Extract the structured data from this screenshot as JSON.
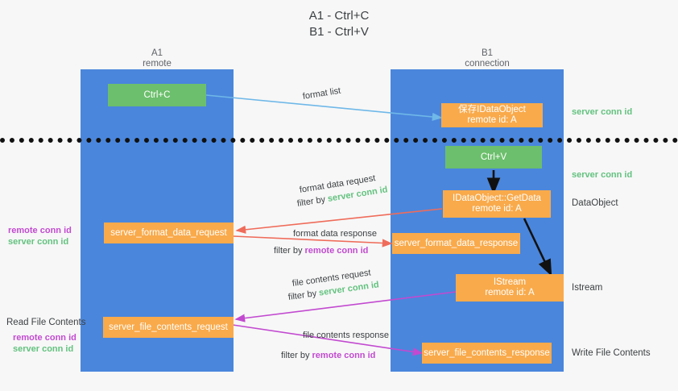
{
  "title": {
    "line1": "A1 - Ctrl+C",
    "line2": "B1 - Ctrl+V"
  },
  "columns": [
    {
      "name": "A1",
      "sub": "remote"
    },
    {
      "name": "B1",
      "sub": "connection"
    }
  ],
  "colors": {
    "lane": "#4a86dc",
    "orange": "#f9aa4b",
    "green_node": "#6cbf6c",
    "green_text": "#63c27f",
    "magenta_text": "#c24ad0",
    "arrow_blue": "#6fb8e8",
    "arrow_red": "#ef6c5a",
    "arrow_magenta": "#c24ad0",
    "arrow_black": "#111111",
    "background": "#f7f7f7"
  },
  "nodes": {
    "ctrl_c": "Ctrl+C",
    "save_idataobject": {
      "line1": "保存IDataObject",
      "line2": "remote id: A"
    },
    "ctrl_v": "Ctrl+V",
    "getdata": {
      "line1": "IDataObject::GetData",
      "line2": "remote id: A"
    },
    "istream": {
      "line1": "IStream",
      "line2": "remote id: A"
    },
    "server_format_data_request": "server_format_data_request",
    "server_format_data_response": "server_format_data_response",
    "server_file_contents_request": "server_file_contents_request",
    "server_file_contents_response": "server_file_contents_response"
  },
  "edge_labels": {
    "format_list": "format list",
    "format_data_request": "format data request",
    "format_data_request_filter_prefix": "filter by ",
    "format_data_request_filter_key": "server conn id",
    "format_data_response": "format data response",
    "format_data_response_filter_prefix": "filter by ",
    "format_data_response_filter_key": "remote conn id",
    "file_contents_request": "file contents request",
    "file_contents_request_filter_prefix": "filter by ",
    "file_contents_request_filter_key": "server conn id",
    "file_contents_response": "file contents response",
    "file_contents_response_filter_prefix": "filter by ",
    "file_contents_response_filter_key": "remote conn id"
  },
  "right_labels": {
    "server_conn_id_top": "server conn id",
    "server_conn_id_mid": "server conn id",
    "dataobject": "DataObject",
    "istream": "Istream",
    "write_file_contents": "Write File Contents"
  },
  "left_labels": {
    "remote_conn_id_mid": "remote conn id",
    "server_conn_id_mid": "server conn id",
    "read_file_contents": "Read File Contents",
    "remote_conn_id_bottom": "remote conn id",
    "server_conn_id_bottom": "server conn id"
  }
}
